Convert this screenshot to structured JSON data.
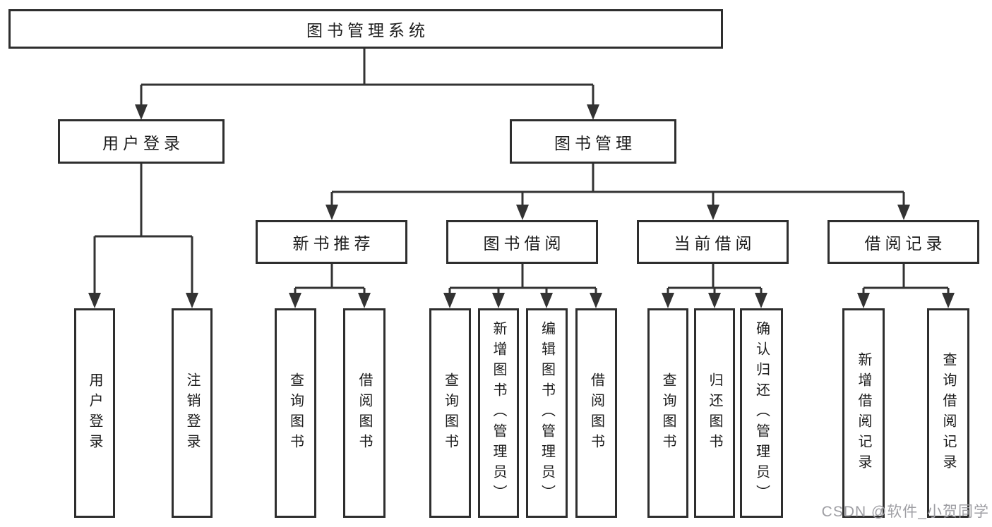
{
  "diagram": {
    "root": {
      "label": "图书管理系统"
    },
    "level2": [
      {
        "label": "用户登录"
      },
      {
        "label": "图书管理"
      }
    ],
    "level3": [
      {
        "label": "新书推荐"
      },
      {
        "label": "图书借阅"
      },
      {
        "label": "当前借阅"
      },
      {
        "label": "借阅记录"
      }
    ],
    "leaves": {
      "user_login": [
        {
          "label": "用户登录"
        },
        {
          "label": "注销登录"
        }
      ],
      "new_book": [
        {
          "label": "查询图书"
        },
        {
          "label": "借阅图书"
        }
      ],
      "book_borrow": [
        {
          "label": "查询图书"
        },
        {
          "label": "新增图书（管理员）"
        },
        {
          "label": "编辑图书（管理员）"
        },
        {
          "label": "借阅图书"
        }
      ],
      "current_borrow": [
        {
          "label": "查询图书"
        },
        {
          "label": "归还图书"
        },
        {
          "label": "确认归还（管理员）"
        }
      ],
      "borrow_records": [
        {
          "label": "新增借阅记录"
        },
        {
          "label": "查询借阅记录"
        }
      ]
    }
  },
  "watermark": {
    "text": "CSDN @软件_小贺同学"
  },
  "colors": {
    "line": "#333333",
    "box_border": "#2e2e2e",
    "box_fill": "#ffffff",
    "text": "#1c1c1c",
    "watermark": "#9e9ea3"
  }
}
